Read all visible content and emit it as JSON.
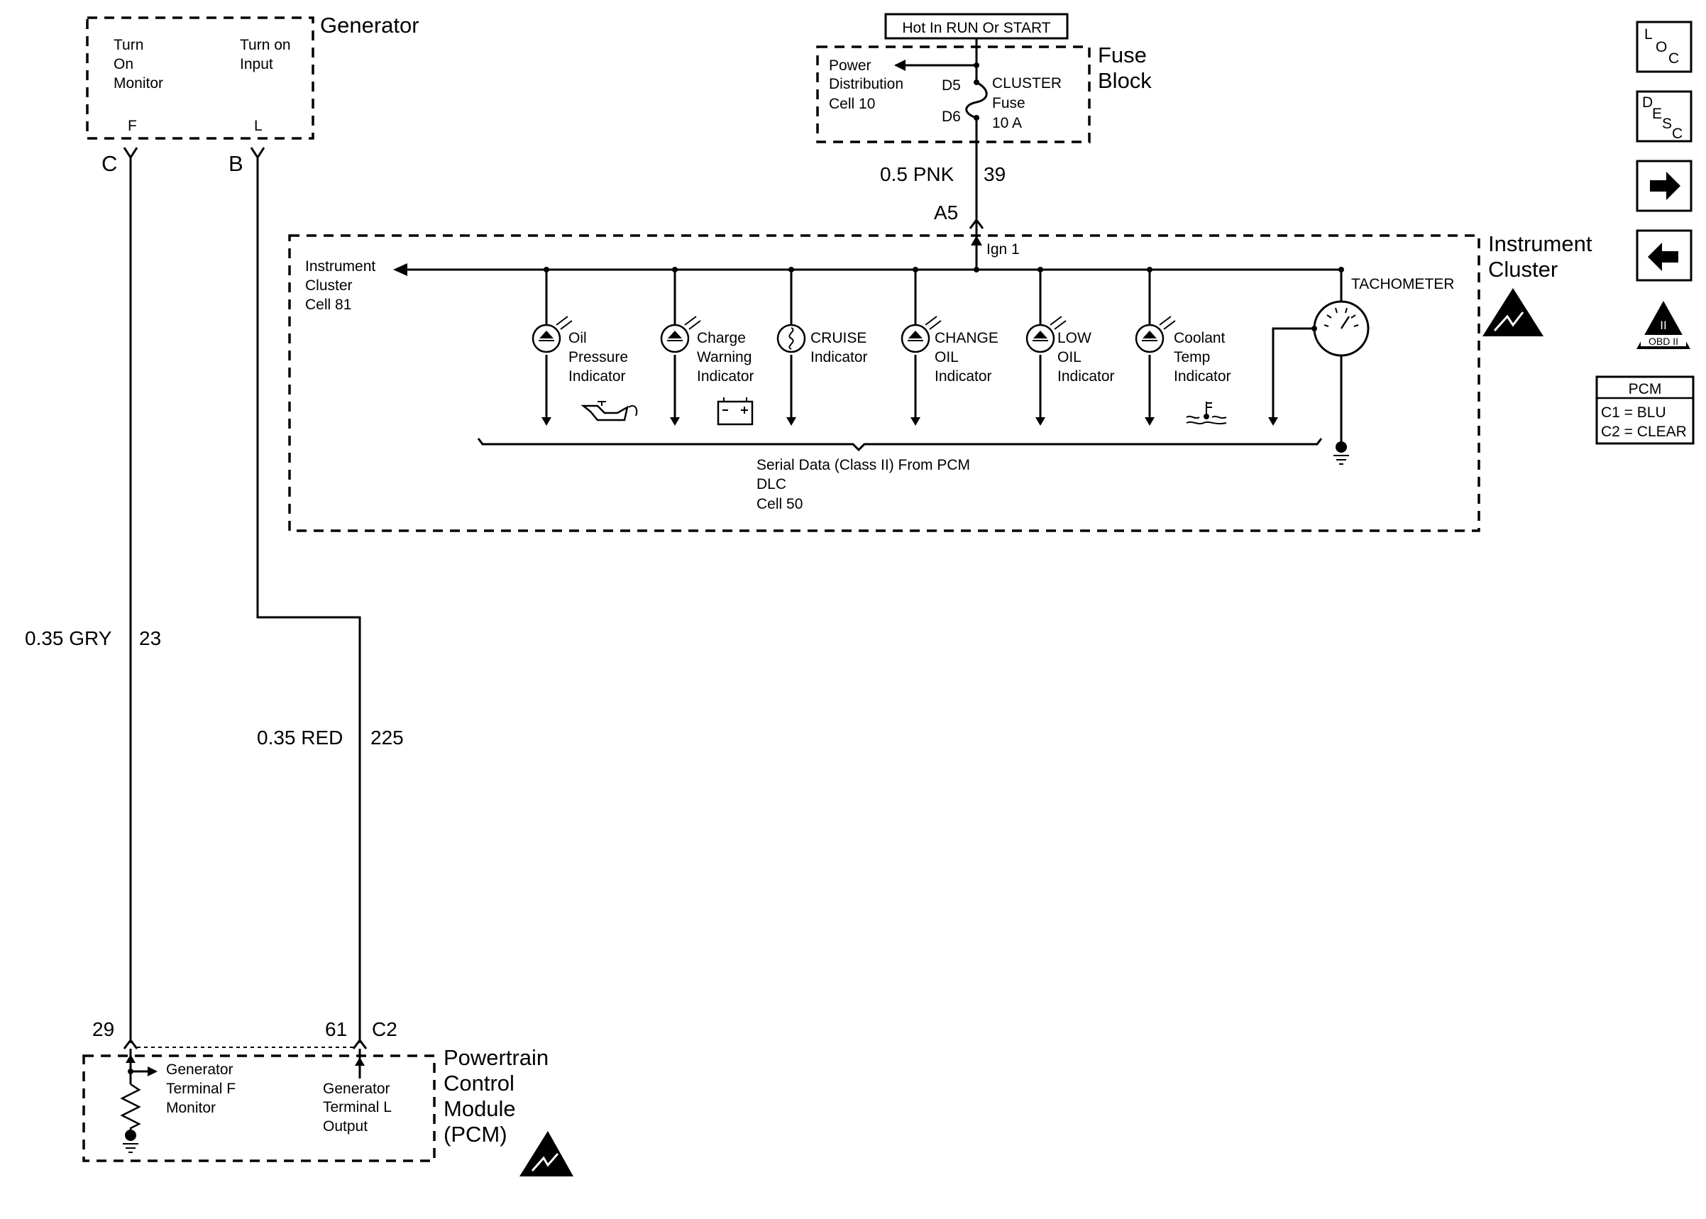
{
  "generator": {
    "title": "Generator",
    "left_label": [
      "Turn",
      "On",
      "Monitor"
    ],
    "right_label": [
      "Turn on",
      "Input"
    ],
    "pin_f": "F",
    "pin_l": "L",
    "conn_c": "C",
    "conn_b": "B"
  },
  "fuse_block": {
    "hot_label": "Hot In RUN Or START",
    "title": [
      "Fuse",
      "Block"
    ],
    "pd_label": [
      "Power",
      "Distribution",
      "Cell 10"
    ],
    "d5": "D5",
    "d6": "D6",
    "fuse_label": [
      "CLUSTER",
      "Fuse",
      "10 A"
    ]
  },
  "wires": {
    "pnk_color": "0.5 PNK",
    "pnk_circuit": "39",
    "a5": "A5",
    "gry_color": "0.35 GRY",
    "gry_circuit": "23",
    "red_color": "0.35 RED",
    "red_circuit": "225"
  },
  "cluster": {
    "title": [
      "Instrument",
      "Cluster"
    ],
    "ign": "Ign 1",
    "cell_ref": [
      "Instrument",
      "Cluster",
      "Cell 81"
    ],
    "tachometer": "TACHOMETER",
    "serial": [
      "Serial Data (Class II) From PCM",
      "DLC",
      "Cell 50"
    ],
    "indicators": [
      {
        "lines": [
          "Oil",
          "Pressure",
          "Indicator"
        ]
      },
      {
        "lines": [
          "Charge",
          "Warning",
          "Indicator"
        ]
      },
      {
        "lines": [
          "CRUISE",
          "Indicator"
        ]
      },
      {
        "lines": [
          "CHANGE",
          "OIL",
          "Indicator"
        ]
      },
      {
        "lines": [
          "LOW",
          "OIL",
          "Indicator"
        ]
      },
      {
        "lines": [
          "Coolant",
          "Temp",
          "Indicator"
        ]
      }
    ]
  },
  "pcm": {
    "title": [
      "Powertrain",
      "Control",
      "Module",
      "(PCM)"
    ],
    "pin29": "29",
    "pin61": "61",
    "c2": "C2",
    "f_monitor": [
      "Generator",
      "Terminal F",
      "Monitor"
    ],
    "l_output": [
      "Generator",
      "Terminal L",
      "Output"
    ]
  },
  "sidebar": {
    "loc": [
      "L",
      "O",
      "C"
    ],
    "desc": [
      "D",
      "E",
      "S",
      "C"
    ],
    "obd": "OBD II",
    "obd_num": "II",
    "pcm_title": "PCM",
    "c1": "C1 = BLU",
    "c2": "C2 = CLEAR"
  }
}
